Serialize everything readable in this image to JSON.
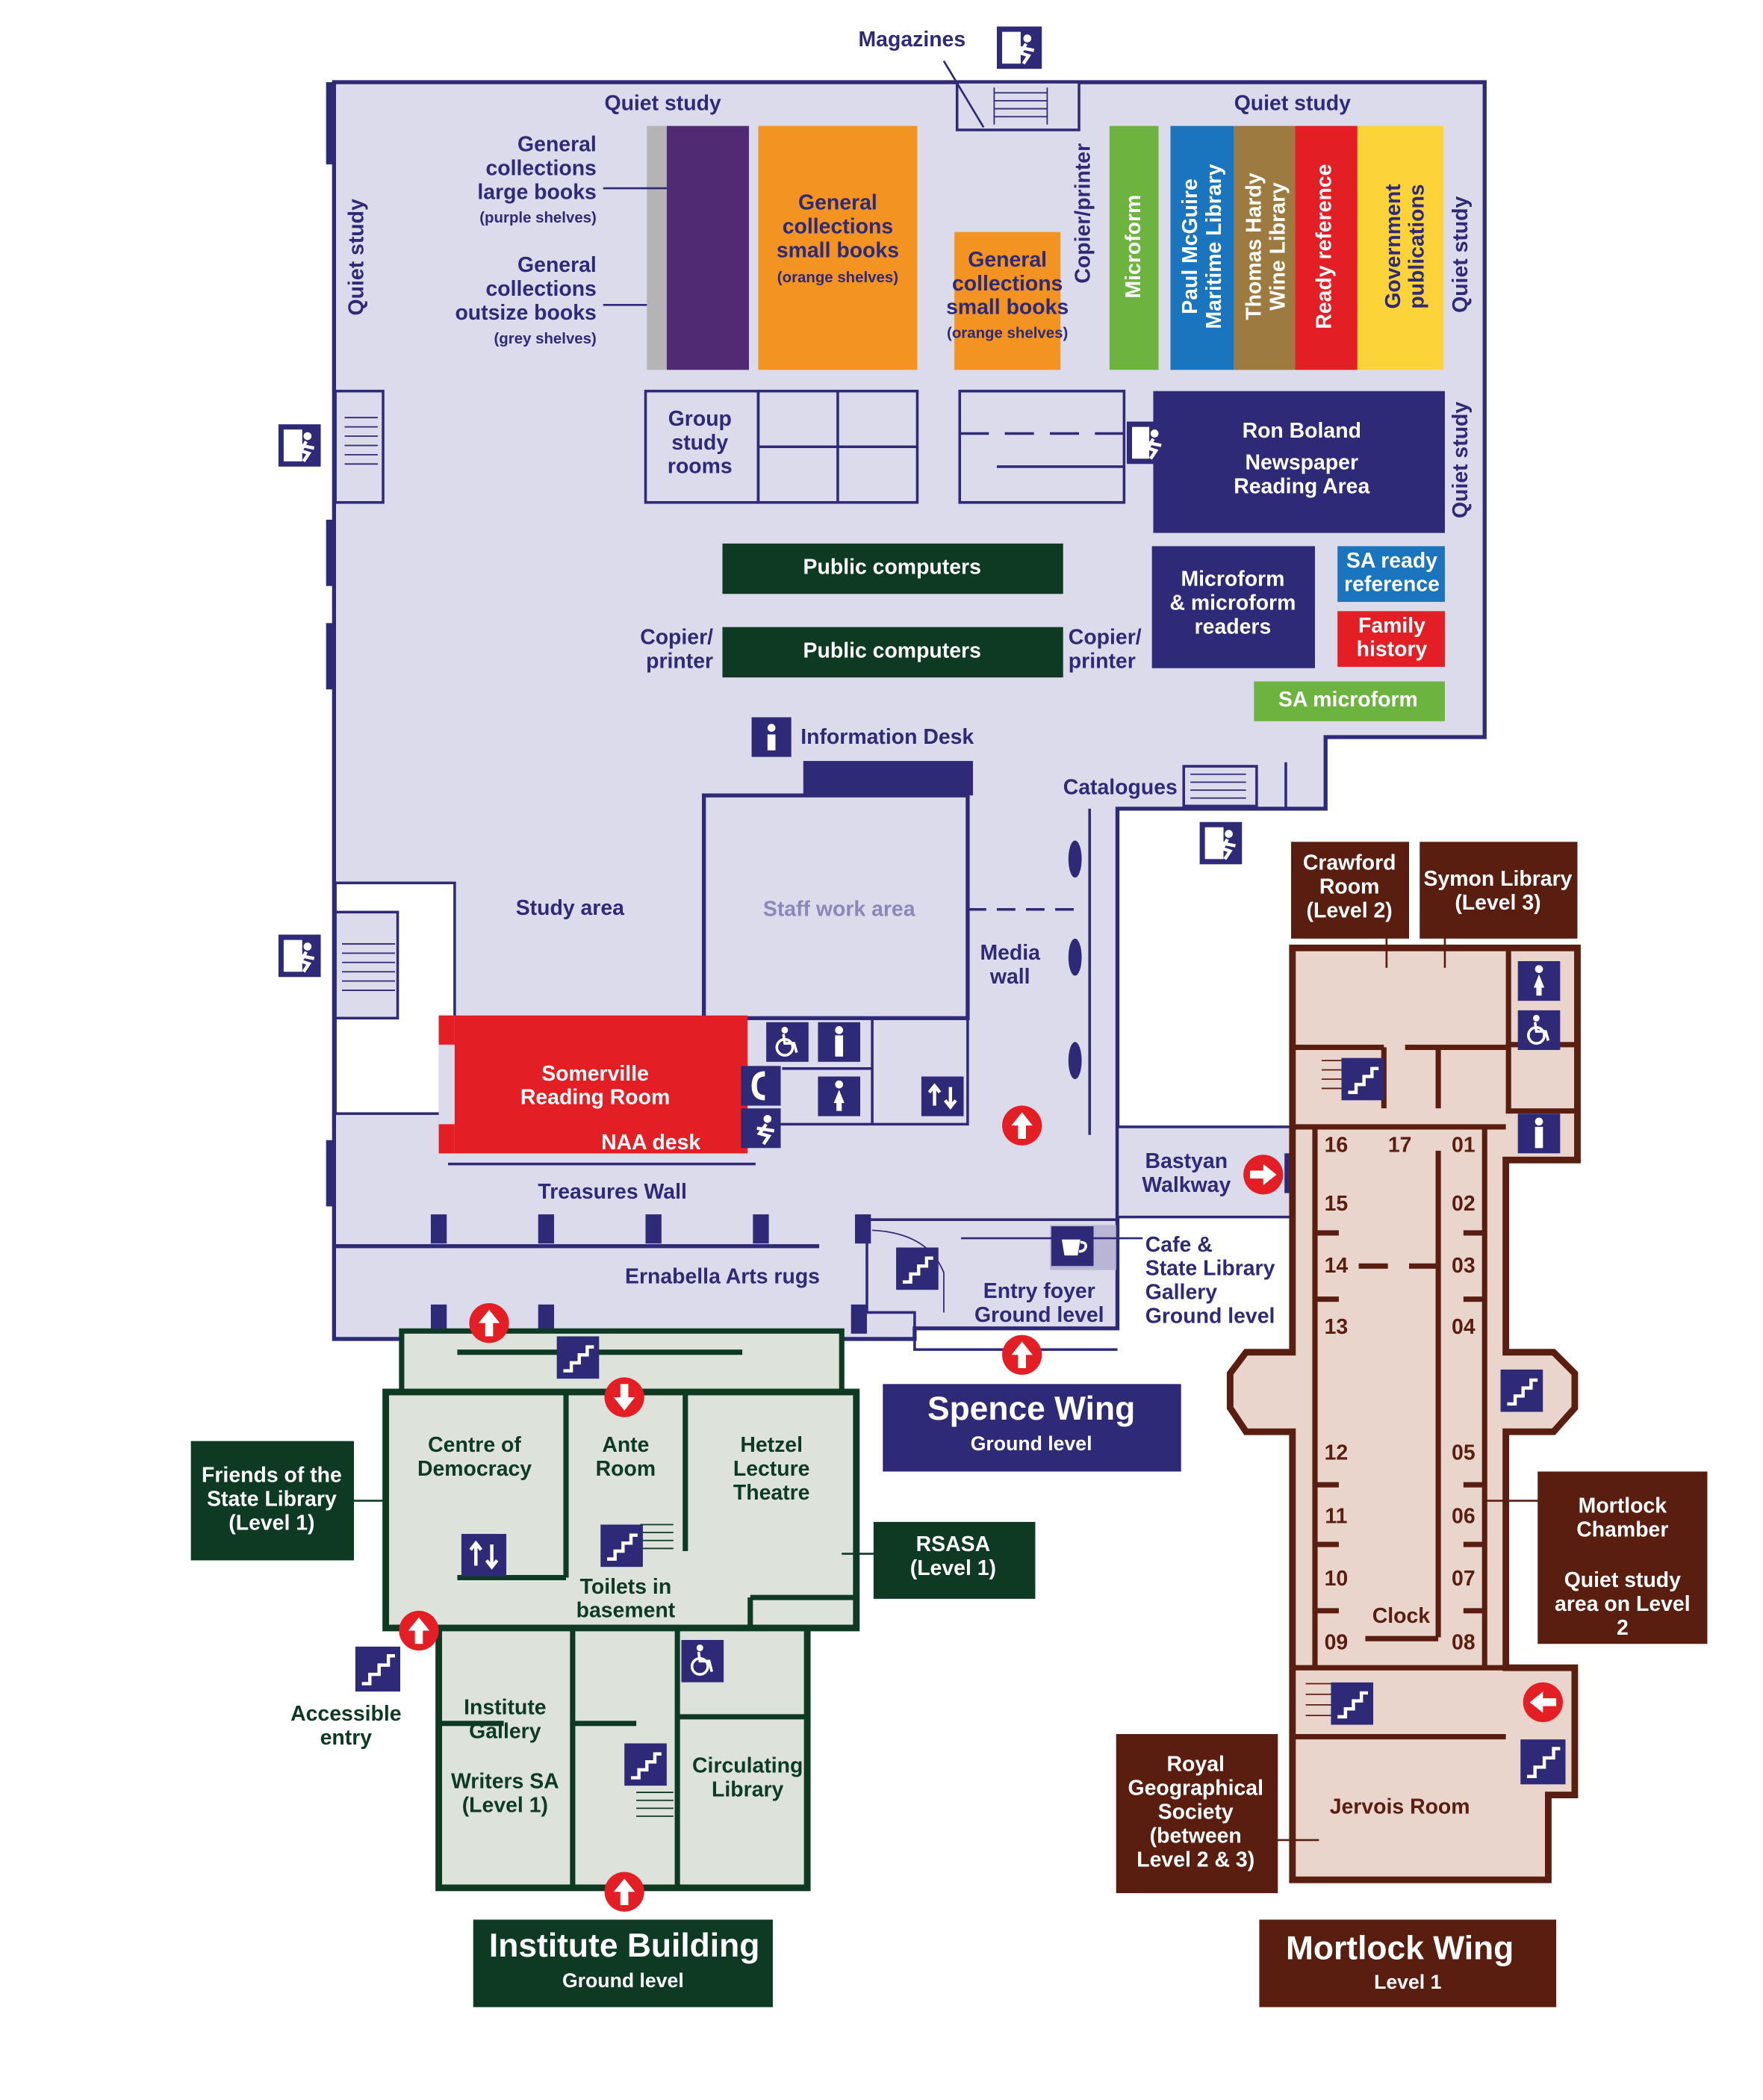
{
  "colors": {
    "spence_fill": "#dcdbeb",
    "spence_wall": "#2e2a78",
    "institute_fill": "#dde3db",
    "institute_wall": "#0e3a24",
    "mortlock_fill": "#ead5cc",
    "mortlock_wall": "#5a1e10",
    "purple": "#502a73",
    "orange": "#f39321",
    "green": "#6cb33f",
    "blue": "#1b74be",
    "brown": "#9d7b40",
    "red": "#e31e24",
    "yellow": "#fdd33a",
    "darkgreen": "#0e3a24"
  },
  "spence": {
    "magazines": "Magazines",
    "quiet_study_top_left": "Quiet study",
    "quiet_study_top_right": "Quiet study",
    "quiet_study_left": "Quiet study",
    "quiet_study_right_1": "Quiet study",
    "quiet_study_right_2": "Quiet study",
    "gc_large_books": "General\ncollections\nlarge books",
    "gc_large_books_note": "(purple shelves)",
    "gc_outsize_books": "General\ncollections\noutsize books",
    "gc_outsize_books_note": "(grey shelves)",
    "gc_small_books_1": "General\ncollections\nsmall books",
    "gc_small_books_1_note": "(orange shelves)",
    "gc_small_books_2": "General\ncollections\nsmall books",
    "gc_small_books_2_note": "(orange shelves)",
    "copier_printer_vertical": "Copier/printer",
    "microform": "Microform",
    "paul_mcguire": "Paul McGuire\nMaritime Library",
    "thomas_hardy": "Thomas Hardy\nWine Library",
    "ready_reference": "Ready reference",
    "government_publications": "Government\npublications",
    "group_study_rooms": "Group\nstudy\nrooms",
    "ron_boland_1": "Ron Boland",
    "ron_boland_2": "Newspaper\nReading Area",
    "public_computers_1": "Public computers",
    "public_computers_2": "Public computers",
    "copier_printer_left": "Copier/\nprinter",
    "copier_printer_right": "Copier/\nprinter",
    "microform_readers": "Microform\n& microform\nreaders",
    "sa_ready_reference": "SA ready\nreference",
    "family_history": "Family\nhistory",
    "sa_microform": "SA microform",
    "information_desk": "Information Desk",
    "catalogues": "Catalogues",
    "study_area": "Study area",
    "staff_work_area": "Staff work area",
    "media_wall": "Media\nwall",
    "somerville": "Somerville\nReading Room",
    "naa_desk": "NAA desk",
    "treasures_wall": "Treasures Wall",
    "ernabella": "Ernabella Arts rugs",
    "bastyan_walkway": "Bastyan\nWalkway",
    "entry_foyer": "Entry foyer\nGround level",
    "cafe": "Cafe &\nState Library\nGallery\nGround level",
    "wing_title": "Spence Wing",
    "wing_sub": "Ground level"
  },
  "institute": {
    "centre_of_democracy": "Centre of\nDemocracy",
    "ante_room": "Ante\nRoom",
    "hetzel": "Hetzel\nLecture\nTheatre",
    "friends": "Friends of the\nState Library\n(Level 1)",
    "rsasa": "RSASA\n(Level 1)",
    "toilets": "Toilets in\nbasement",
    "accessible_entry": "Accessible\nentry",
    "institute_gallery": "Institute\nGallery",
    "writers_sa": "Writers SA\n(Level 1)",
    "circulating_library": "Circulating\nLibrary",
    "wing_title": "Institute Building",
    "wing_sub": "Ground level"
  },
  "mortlock": {
    "crawford": "Crawford\nRoom\n(Level 2)",
    "symon": "Symon Library\n(Level 3)",
    "bays_left": [
      "16",
      "15",
      "14",
      "13",
      "12",
      "11",
      "10",
      "09"
    ],
    "bays_right": [
      "01",
      "02",
      "03",
      "04",
      "05",
      "06",
      "07",
      "08"
    ],
    "bay_17": "17",
    "clock": "Clock",
    "mortlock_chamber": "Mortlock\nChamber",
    "quiet_study_l2": "Quiet study\narea on Level 2",
    "royal_geo": "Royal\nGeographical\nSociety\n(between\nLevel 2 & 3)",
    "jervois": "Jervois Room",
    "wing_title": "Mortlock Wing",
    "wing_sub": "Level 1"
  },
  "icons": [
    "emergency-exit-icon",
    "stairs-icon",
    "lift-icon",
    "info-icon",
    "cafe-icon",
    "wheelchair-icon",
    "toilet-icon",
    "phone-icon",
    "entry-arrow-icon"
  ]
}
